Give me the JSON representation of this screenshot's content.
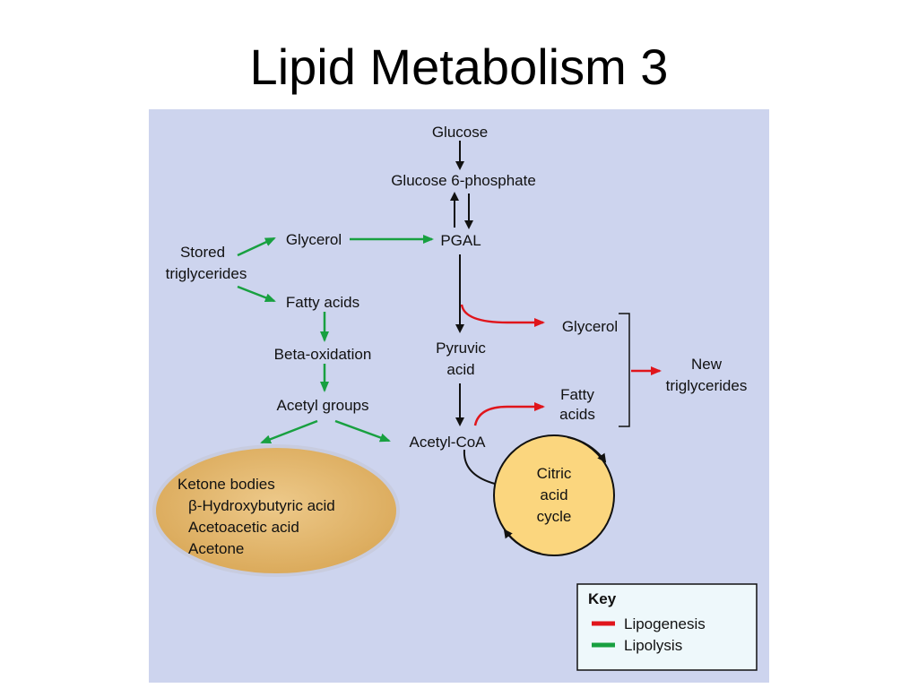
{
  "title": "Lipid Metabolism 3",
  "colors": {
    "background": "#cdd4ee",
    "lipogenesis": "#e0151b",
    "lipolysis": "#18a040",
    "pathway": "#111111",
    "ketone_fill": "#e1b46a",
    "citric_fill": "#fbd67e",
    "key_bg": "#eef8fb"
  },
  "nodes": {
    "glucose": "Glucose",
    "glucose6p": "Glucose 6-phosphate",
    "pgal": "PGAL",
    "stored_line1": "Stored",
    "stored_line2": "triglycerides",
    "glycerol_left": "Glycerol",
    "fatty_acids_left": "Fatty acids",
    "beta_oxidation": "Beta-oxidation",
    "acetyl_groups": "Acetyl groups",
    "pyruvic_line1": "Pyruvic",
    "pyruvic_line2": "acid",
    "acetyl_coa": "Acetyl-CoA",
    "glycerol_right": "Glycerol",
    "fatty_right_line1": "Fatty",
    "fatty_right_line2": "acids",
    "new_line1": "New",
    "new_line2": "triglycerides"
  },
  "ketone": {
    "title": "Ketone bodies",
    "items": [
      "β-Hydroxybutyric acid",
      "Acetoacetic acid",
      "Acetone"
    ]
  },
  "citric": {
    "line1": "Citric",
    "line2": "acid",
    "line3": "cycle"
  },
  "key": {
    "title": "Key",
    "entries": [
      {
        "label": "Lipogenesis",
        "color": "#e0151b"
      },
      {
        "label": "Lipolysis",
        "color": "#18a040"
      }
    ]
  }
}
